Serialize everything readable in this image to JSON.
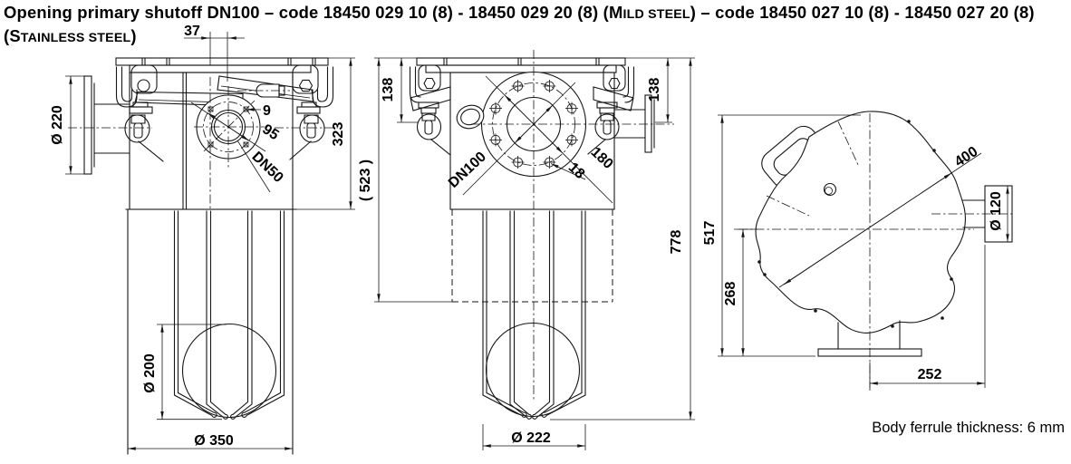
{
  "title": {
    "t1a": "Opening primary shutoff DN100 – code 18450 029 10 (8) - 18450 029 20 (8) (M",
    "t1b": "ILD STEEL",
    "t1c": ") – code 18450 027 10 (8) - 18450 027 20 (8)",
    "t2a": "(S",
    "t2b": "TAINLESS STEEL",
    "t2c": ")"
  },
  "note": "Body ferrule thickness: 6 mm",
  "front_view": {
    "dim_offset": "37",
    "dim_inlet_flange": "Ø 220",
    "dim_bolt_hole": "9",
    "dim_bolt_circle": "95",
    "nominal": "DN50",
    "dim_body_height": "323",
    "dim_ball": "Ø 200",
    "dim_vessel": "Ø 350"
  },
  "side_view": {
    "dim_left_height": "138",
    "dim_right_height": "138",
    "dim_ref_height": "( 523 )",
    "nominal": "DN100",
    "dim_bolt_circle": "180",
    "dim_bolt_hole": "18",
    "dim_total_height": "778",
    "dim_basket": "Ø 222"
  },
  "top_view": {
    "dim_diagonal": "400",
    "dim_outlet_flange": "Ø 120",
    "dim_height": "517",
    "dim_center_height": "268",
    "dim_base_offset": "252"
  }
}
